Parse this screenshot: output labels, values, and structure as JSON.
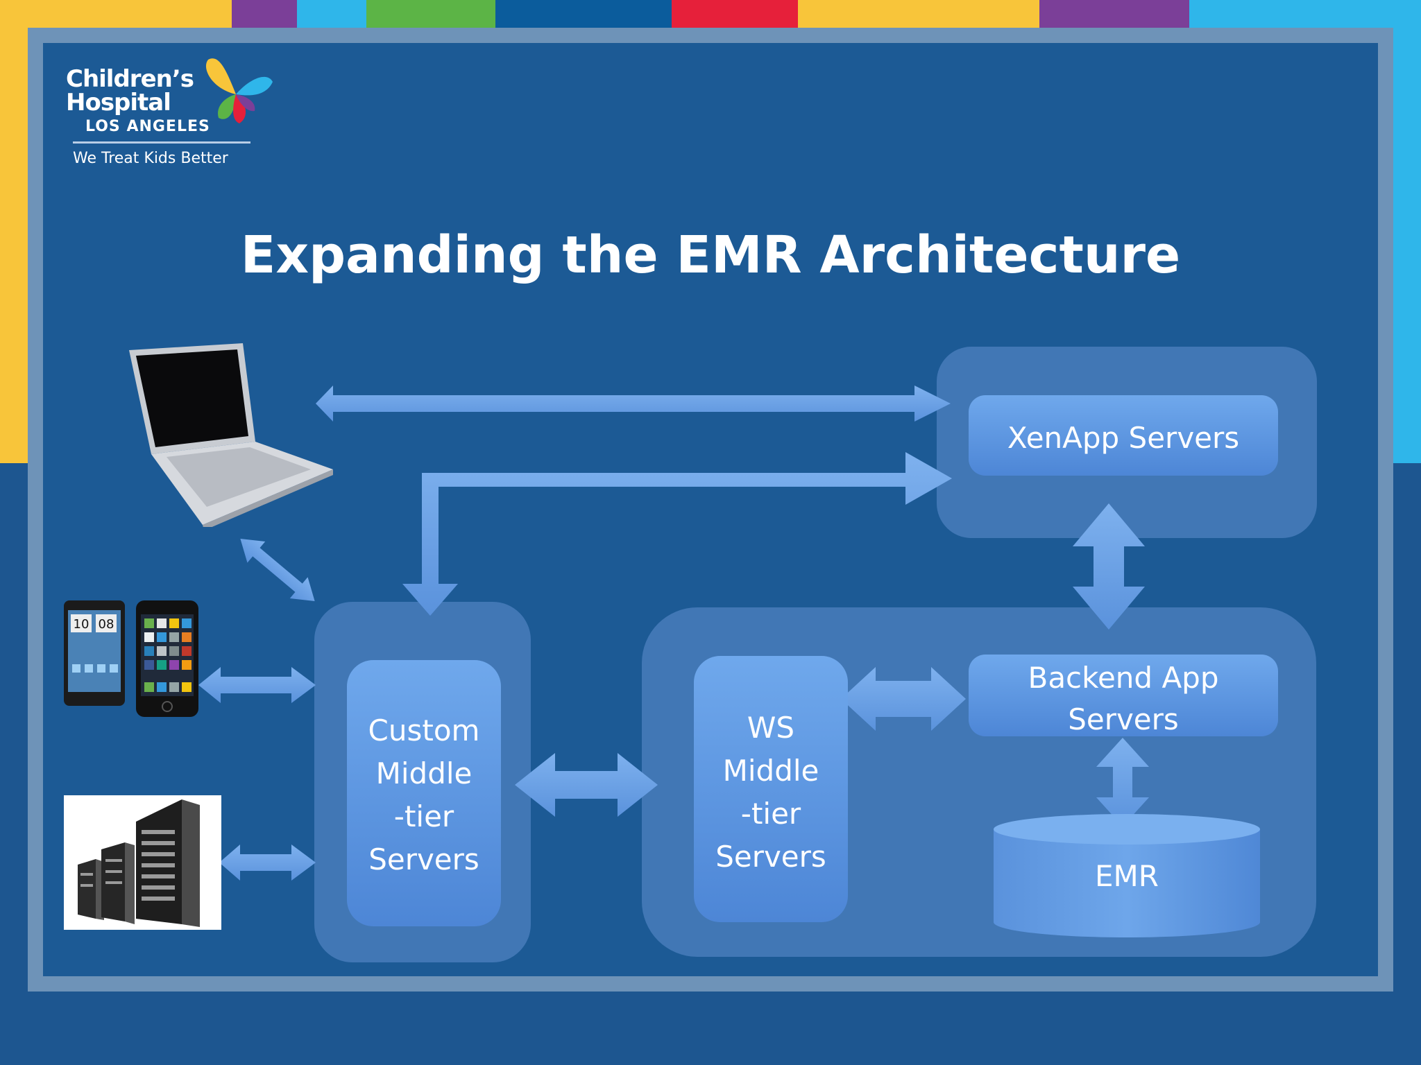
{
  "slide": {
    "title": "Expanding the EMR Architecture"
  },
  "logo": {
    "line1": "Children’s",
    "line2": "Hospital",
    "line3": "LOS ANGELES",
    "tagline": "We Treat Kids Better",
    "icon": "butterfly-icon"
  },
  "top_stripe_colors": [
    "#f8c53a",
    "#7b3f98",
    "#2fb6ea",
    "#5cb446",
    "#0b5c9c",
    "#e6203a",
    "#f8c53a",
    "#7b3f98",
    "#2fb6ea"
  ],
  "nodes": {
    "custom_middle_tier": [
      "Custom",
      "Middle",
      "-tier",
      "Servers"
    ],
    "ws_middle_tier": [
      "WS",
      "Middle",
      "-tier",
      "Servers"
    ],
    "xenapp": "XenApp Servers",
    "backend_app": [
      "Backend App",
      "Servers"
    ],
    "emr": "EMR"
  },
  "clients": {
    "laptop": "laptop-image",
    "phones": [
      "smartphone-htc-image",
      "smartphone-iphone-image"
    ],
    "servers": "server-racks-image"
  },
  "phone_clock": "10 08"
}
